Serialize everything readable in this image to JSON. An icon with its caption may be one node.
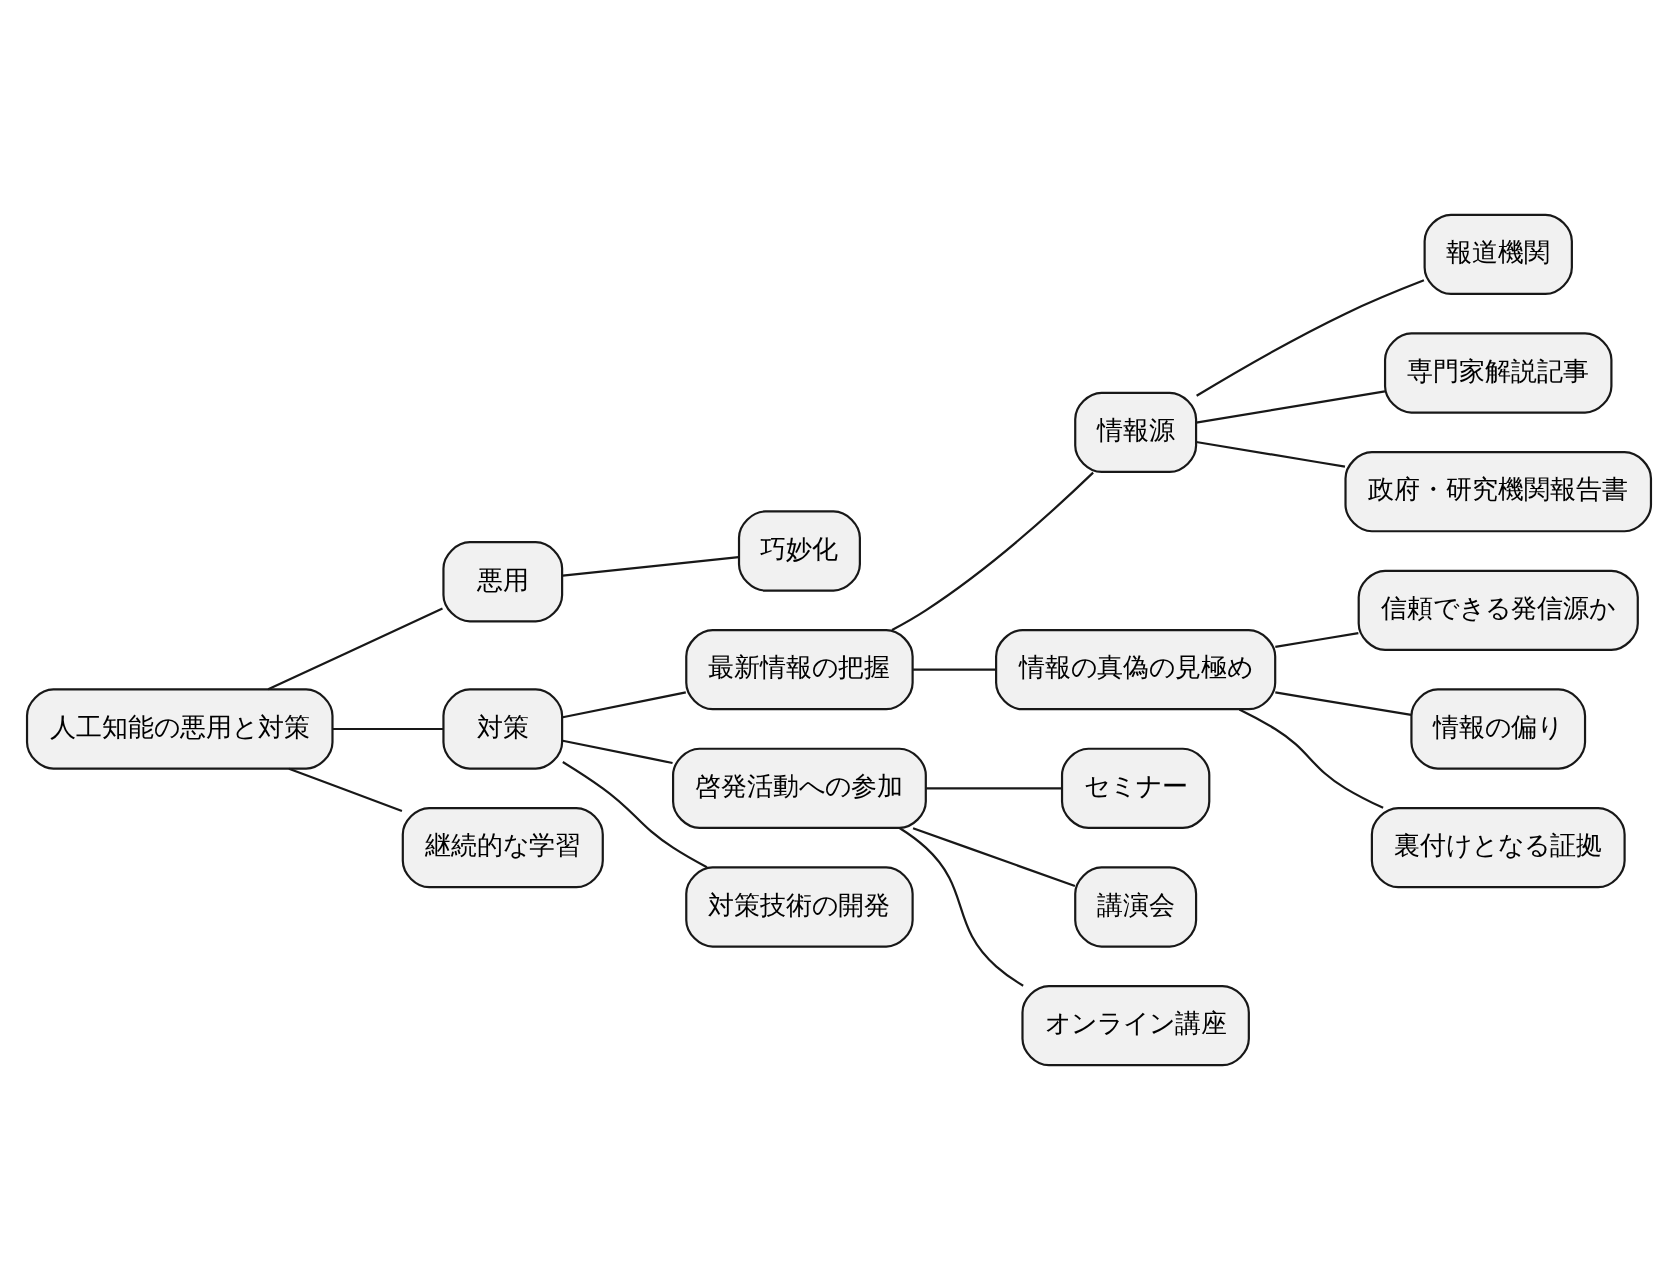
{
  "diagram": {
    "nodes": [
      {
        "text": [
          "人工知能の悪用と対策"
        ]
      },
      {
        "text": [
          "悪用"
        ]
      },
      {
        "text": [
          "巧妙化"
        ]
      },
      {
        "text": [
          "対策"
        ]
      },
      {
        "text": [
          "最新情報の把握"
        ]
      },
      {
        "text": [
          "情報源"
        ]
      },
      {
        "text": [
          "報道機関"
        ]
      },
      {
        "text": [
          "専門家解説記事"
        ]
      },
      {
        "text": [
          "政府・研究機関報告書"
        ]
      },
      {
        "text": [
          "情報の真偽の見極め"
        ]
      },
      {
        "text": [
          "信頼できる発信源か"
        ]
      },
      {
        "text": [
          "情報の偏り"
        ]
      },
      {
        "text": [
          "裏付けとなる証拠"
        ]
      },
      {
        "text": [
          "啓発活動への参加"
        ]
      },
      {
        "text": [
          "セミナー"
        ]
      },
      {
        "text": [
          "講演会"
        ]
      },
      {
        "text": [
          "オンライン講座"
        ]
      },
      {
        "text": [
          "対策技術の開発"
        ]
      },
      {
        "text": [
          "継続的な学習"
        ]
      }
    ],
    "edges": [
      {
        "from": 0,
        "to": 1,
        "arrow": "none"
      },
      {
        "from": 1,
        "to": 2,
        "arrow": "none"
      },
      {
        "from": 0,
        "to": 3,
        "arrow": "none"
      },
      {
        "from": 3,
        "to": 4,
        "arrow": "none"
      },
      {
        "from": 4,
        "to": 5,
        "arrow": "none"
      },
      {
        "from": 5,
        "to": 6,
        "arrow": "none"
      },
      {
        "from": 5,
        "to": 7,
        "arrow": "none"
      },
      {
        "from": 5,
        "to": 8,
        "arrow": "none"
      },
      {
        "from": 4,
        "to": 9,
        "arrow": "none"
      },
      {
        "from": 9,
        "to": 10,
        "arrow": "none"
      },
      {
        "from": 9,
        "to": 11,
        "arrow": "none"
      },
      {
        "from": 9,
        "to": 12,
        "arrow": "none"
      },
      {
        "from": 3,
        "to": 13,
        "arrow": "none"
      },
      {
        "from": 13,
        "to": 14,
        "arrow": "none"
      },
      {
        "from": 13,
        "to": 15,
        "arrow": "none"
      },
      {
        "from": 13,
        "to": 16,
        "arrow": "none"
      },
      {
        "from": 3,
        "to": 17,
        "arrow": "none"
      },
      {
        "from": 0,
        "to": 18,
        "arrow": "none"
      }
    ]
  }
}
